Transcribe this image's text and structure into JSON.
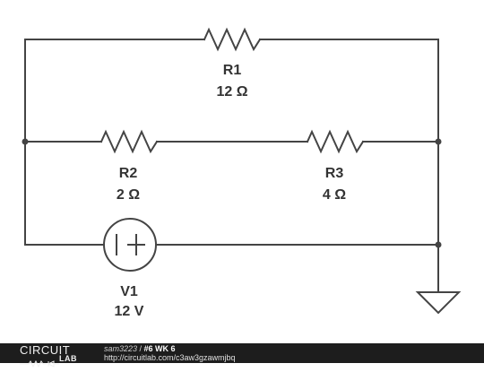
{
  "diagram": {
    "components": [
      {
        "id": "R1",
        "name": "R1",
        "value": "12 Ω"
      },
      {
        "id": "R2",
        "name": "R2",
        "value": "2 Ω"
      },
      {
        "id": "R3",
        "name": "R3",
        "value": "4 Ω"
      },
      {
        "id": "V1",
        "name": "V1",
        "value": "12 V"
      }
    ],
    "source_symbol_text": "| +"
  },
  "footer": {
    "logo_top": "CIRCUIT",
    "logo_bottom": "LAB",
    "user": "sam3223",
    "separator": " / ",
    "title": "#6 WK 6",
    "url": "http://circuitlab.com/c3aw3gzawmjbq"
  },
  "colors": {
    "wire": "#444444",
    "text": "#333333",
    "footer_bg": "#1d1d1d"
  }
}
